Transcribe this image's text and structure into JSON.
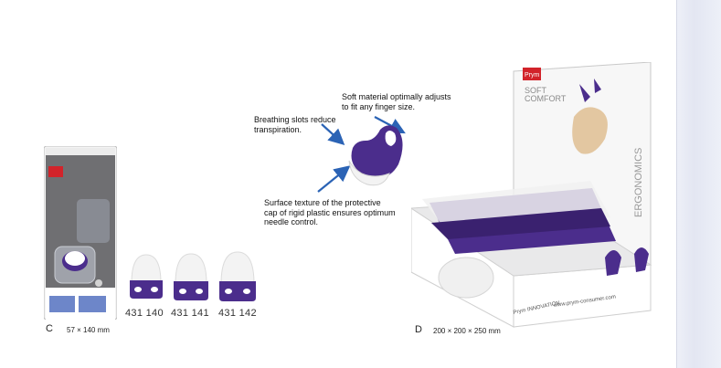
{
  "callouts": {
    "top": "Soft material optimally adjusts\nto fit any finger size.",
    "left": "Breathing slots reduce\ntranspiration.",
    "bottom": "Surface texture of the protective\ncap of rigid plastic ensures optimum\nneedle control."
  },
  "products": [
    {
      "sku": "431 140"
    },
    {
      "sku": "431 141"
    },
    {
      "sku": "431 142"
    }
  ],
  "captions": {
    "c_letter": "C",
    "c_dims": "57 × 140 mm",
    "d_letter": "D",
    "d_dims": "200 × 200 × 250 mm"
  },
  "display": {
    "brand": "Prym",
    "line1": "SOFT",
    "line2": "COMFORT",
    "side": "ERGONOMICS",
    "website": "www.prym-consumer.com",
    "badge": "Prym INNOVATION"
  },
  "colors": {
    "purple": "#4b2d8c",
    "brand_red": "#d2232a",
    "arrow_blue": "#2b63b5"
  }
}
